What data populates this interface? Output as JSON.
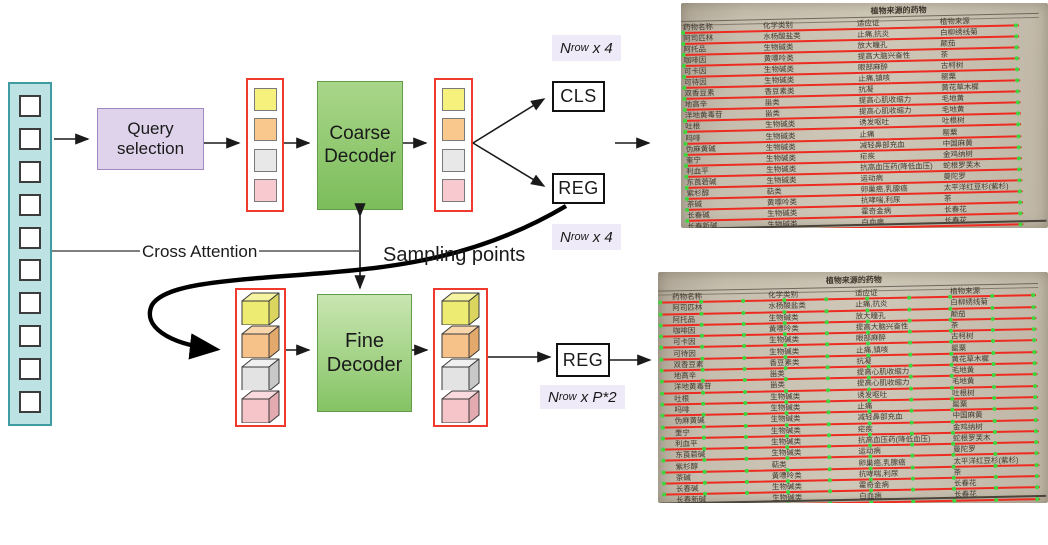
{
  "diagram": {
    "encoder": {
      "token_count": 10
    },
    "query_selection": {
      "label": "Query selection"
    },
    "coarse_decoder": {
      "label": "Coarse Decoder"
    },
    "fine_decoder": {
      "label": "Fine Decoder"
    },
    "cross_attention_label": "Cross Attention",
    "sampling_points_label": "Sampling points",
    "heads": {
      "cls": "CLS",
      "reg_top": "REG",
      "reg_bottom": "REG"
    },
    "badges": {
      "top": {
        "prefix": "N",
        "sub": "row",
        "rest": " x 4"
      },
      "mid": {
        "prefix": "N",
        "sub": "row",
        "rest": " x 4"
      },
      "bottom": {
        "prefix": "N",
        "sub": "row",
        "rest": " x P*2"
      }
    },
    "query_colors": [
      "#f5f17c",
      "#f8c88c",
      "#e8e8e8",
      "#f8c9ce"
    ],
    "cube_colors": [
      {
        "front": "#eeeb72",
        "top": "#f6f4a0",
        "side": "#d9d55e"
      },
      {
        "front": "#f6c289",
        "top": "#f9d6ab",
        "side": "#e3a96c"
      },
      {
        "front": "#e3e3e3",
        "top": "#f0f0f0",
        "side": "#c8c8c8"
      },
      {
        "front": "#f6c5c9",
        "top": "#fadade",
        "side": "#e3aab0"
      }
    ],
    "accent": {
      "red_box_border": "#ef3a2d",
      "decoder_green": "#8cc868",
      "query_purple": "#ded3ea",
      "encoder_cyan": "#bce2e4"
    }
  },
  "source_table": {
    "title": "植物来源的药物",
    "columns": [
      "药物名称",
      "化学类别",
      "适应证",
      "植物来源"
    ],
    "rows": [
      [
        "阿司匹林",
        "水杨酸盐类",
        "止痛,抗炎",
        "白柳绣线菊"
      ],
      [
        "阿托品",
        "生物碱类",
        "放大瞳孔",
        "颠茄"
      ],
      [
        "咖啡因",
        "黄嘌呤类",
        "提高大脑兴奋性",
        "茶"
      ],
      [
        "可卡因",
        "生物碱类",
        "眼部麻醉",
        "古柯树"
      ],
      [
        "可待因",
        "生物碱类",
        "止痛,镇咳",
        "罂粟"
      ],
      [
        "双香豆素",
        "香豆素类",
        "抗凝",
        "黄花草木樨"
      ],
      [
        "地高辛",
        "甾类",
        "提高心肌收缩力",
        "毛地黄"
      ],
      [
        "洋地黄毒苷",
        "甾类",
        "提高心肌收缩力",
        "毛地黄"
      ],
      [
        "吐根",
        "生物碱类",
        "诱发呕吐",
        "吐根树"
      ],
      [
        "吗啡",
        "生物碱类",
        "止痛",
        "罂粟"
      ],
      [
        "伪麻黄碱",
        "生物碱类",
        "减轻鼻部充血",
        "中国麻黄"
      ],
      [
        "奎宁",
        "生物碱类",
        "疟疾",
        "金鸡纳树"
      ],
      [
        "利血平",
        "生物碱类",
        "抗高血压药(降低血压)",
        "蛇根罗芙木"
      ],
      [
        "东莨菪碱",
        "生物碱类",
        "运动病",
        "曼陀罗"
      ],
      [
        "紫杉醇",
        "萜类",
        "卵巢癌,乳腺癌",
        "太平洋红豆杉(紫杉)"
      ],
      [
        "茶碱",
        "黄嘌呤类",
        "抗哮喘,利尿",
        "茶"
      ],
      [
        "长春碱",
        "生物碱类",
        "霍奇金病",
        "长春花"
      ],
      [
        "长春新碱",
        "生物碱类",
        "白血病",
        "长春花"
      ]
    ]
  },
  "photos": {
    "top": {
      "dots_per_line": 2
    },
    "bottom": {
      "dots_per_line": 10
    }
  },
  "overlay": {
    "line_color": "#ee2b20",
    "dot_color": "#3ed63e"
  }
}
